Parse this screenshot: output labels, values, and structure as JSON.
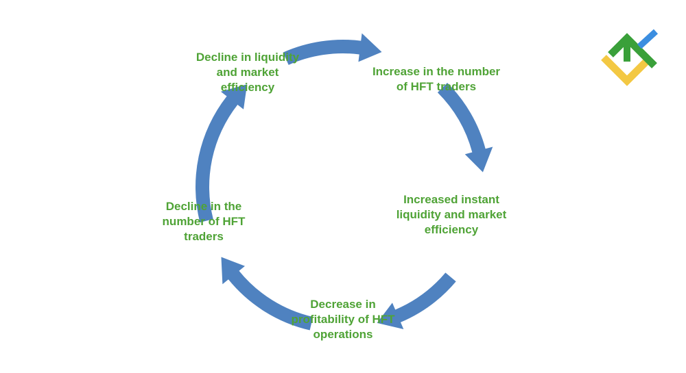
{
  "diagram": {
    "nodes": [
      {
        "id": "label-top-left",
        "text": "Decline in liquidity\nand market\nefficiency"
      },
      {
        "id": "label-right-top",
        "text": "Increase in the number\nof HFT traders"
      },
      {
        "id": "label-right",
        "text": "Increased instant\nliquidity and market\nefficiency"
      },
      {
        "id": "label-bottom",
        "text": "Decrease in\nprofitability of HFT\noperations"
      },
      {
        "id": "label-left",
        "text": "Decline in the\nnumber of HFT\ntraders"
      }
    ],
    "cycle_direction": "clockwise"
  },
  "colors": {
    "label_text": "#4fa336",
    "arrow": "#4f82c0",
    "logo_green": "#3aa03a",
    "logo_yellow": "#f3c843",
    "logo_blue": "#3b8ee0"
  },
  "logo": {
    "name": "brand-logo"
  }
}
